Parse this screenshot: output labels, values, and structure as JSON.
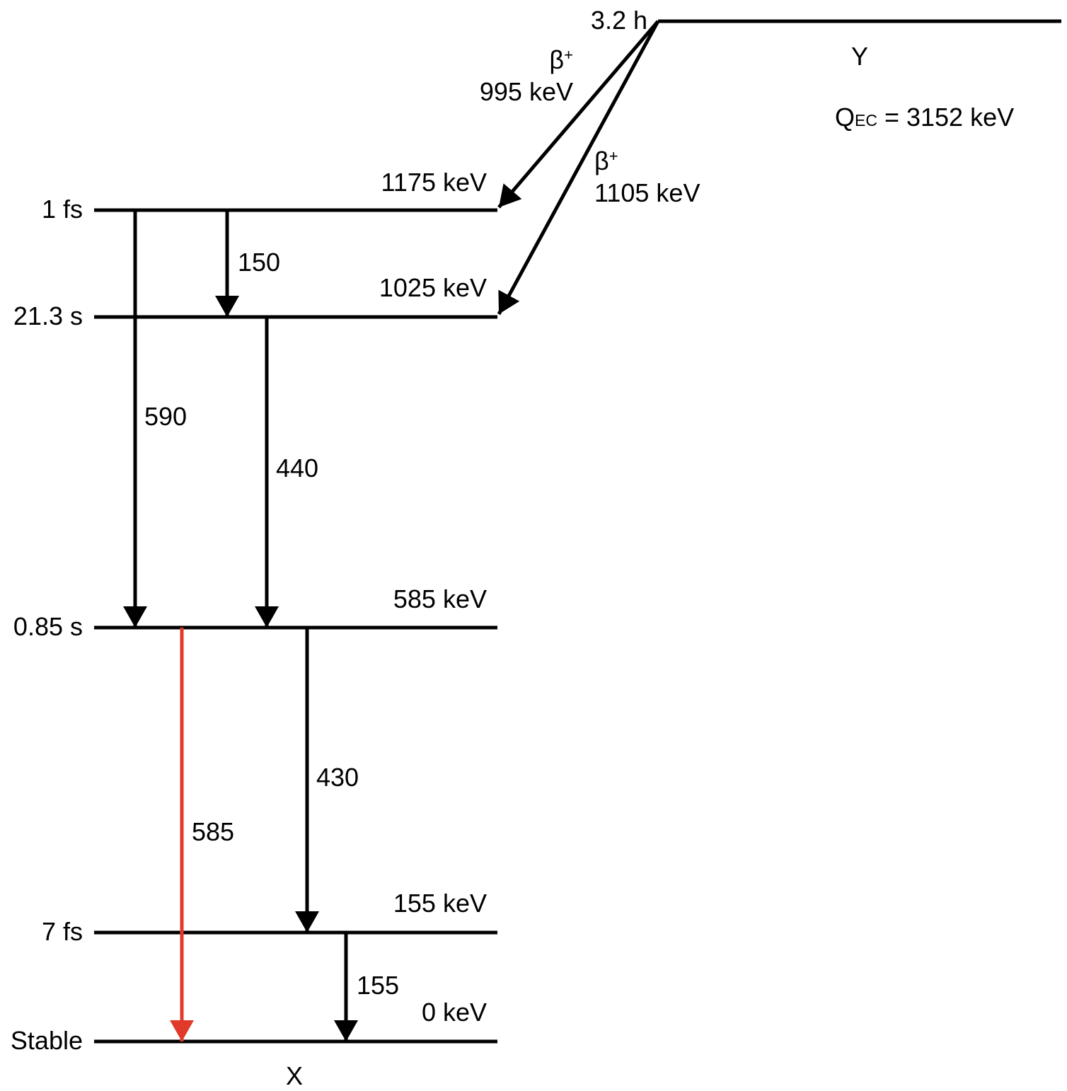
{
  "parent": {
    "name": "Y",
    "halflife": "3.2 h",
    "q_label_main": "Q",
    "q_label_sub": "EC",
    "q_label_rest": " = 3152 keV"
  },
  "daughter": {
    "name": "X"
  },
  "levels": [
    {
      "id": "L1175",
      "energy_label": "1175 keV",
      "halflife": "1 fs"
    },
    {
      "id": "L1025",
      "energy_label": "1025 keV",
      "halflife": "21.3 s"
    },
    {
      "id": "L585",
      "energy_label": "585 keV",
      "halflife": "0.85 s"
    },
    {
      "id": "L155",
      "energy_label": "155 keV",
      "halflife": "7 fs"
    },
    {
      "id": "L0",
      "energy_label": "0 keV",
      "halflife": "Stable"
    }
  ],
  "beta_branches": [
    {
      "name": "beta-995",
      "symbol": "β",
      "sup": "+",
      "energy_label": "995 keV",
      "to": "L1175"
    },
    {
      "name": "beta-1105",
      "symbol": "β",
      "sup": "+",
      "energy_label": "1105 keV",
      "to": "L1025"
    }
  ],
  "gamma_transitions": [
    {
      "from": "L1175",
      "to": "L1025",
      "label": "150",
      "color": "#000000"
    },
    {
      "from": "L1175",
      "to": "L585",
      "label": "590",
      "color": "#000000"
    },
    {
      "from": "L1025",
      "to": "L585",
      "label": "440",
      "color": "#000000"
    },
    {
      "from": "L585",
      "to": "L0",
      "label": "585",
      "color": "#e03a2a",
      "highlighted": true
    },
    {
      "from": "L585",
      "to": "L155",
      "label": "430",
      "color": "#000000"
    },
    {
      "from": "L155",
      "to": "L0",
      "label": "155",
      "color": "#000000"
    }
  ],
  "colors": {
    "line": "#000000",
    "highlight": "#e03a2a"
  }
}
